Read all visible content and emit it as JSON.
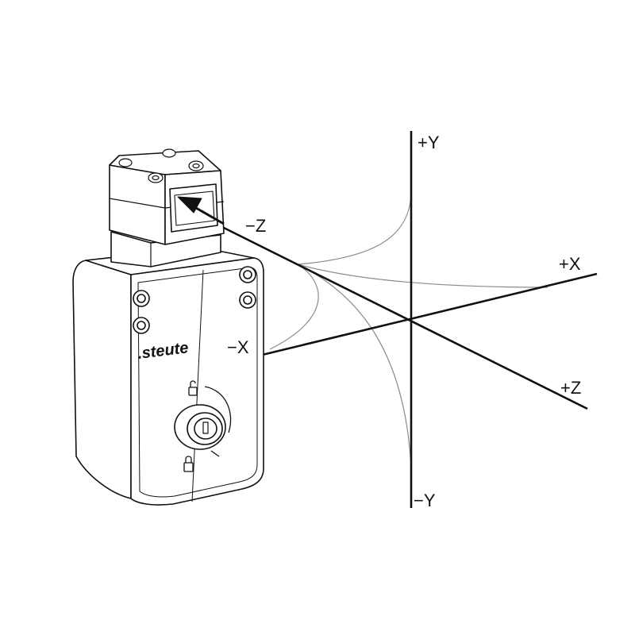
{
  "diagram": {
    "brand": ".steute",
    "axes": {
      "plus_y": "+Y",
      "minus_y": "−Y",
      "plus_x": "+X",
      "minus_x": "−X",
      "plus_z": "+Z",
      "minus_z": "−Z"
    }
  },
  "colors": {
    "line": "#111111",
    "curve": "#888888",
    "body": "#ffffff"
  }
}
